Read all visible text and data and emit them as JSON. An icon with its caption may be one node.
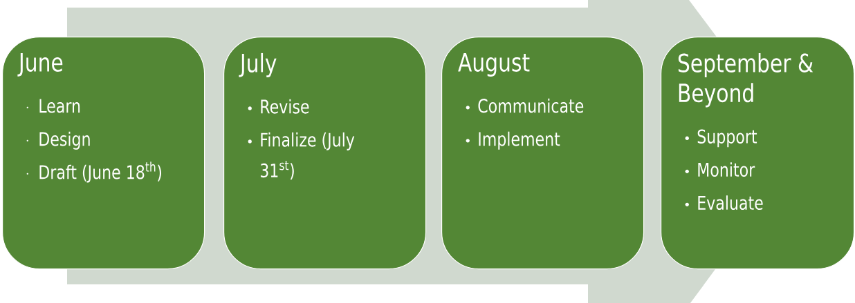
{
  "diagram": {
    "nodes": [
      {
        "text": [
          "June",
          "Learn",
          "Design",
          "Draft (June 18$^{th}$)"
        ]
      },
      {
        "text": [
          "July",
          "Revise",
          "Finalize (July 31$^{st}$)"
        ]
      },
      {
        "text": [
          "August",
          "Communicate",
          "Implement"
        ]
      },
      {
        "text": [
          "September & Beyond",
          "Support",
          "Monitor",
          "Evaluate"
        ]
      }
    ],
    "edges": [
      {
        "from": 0,
        "to": 3,
        "arrow": "to"
      }
    ]
  }
}
